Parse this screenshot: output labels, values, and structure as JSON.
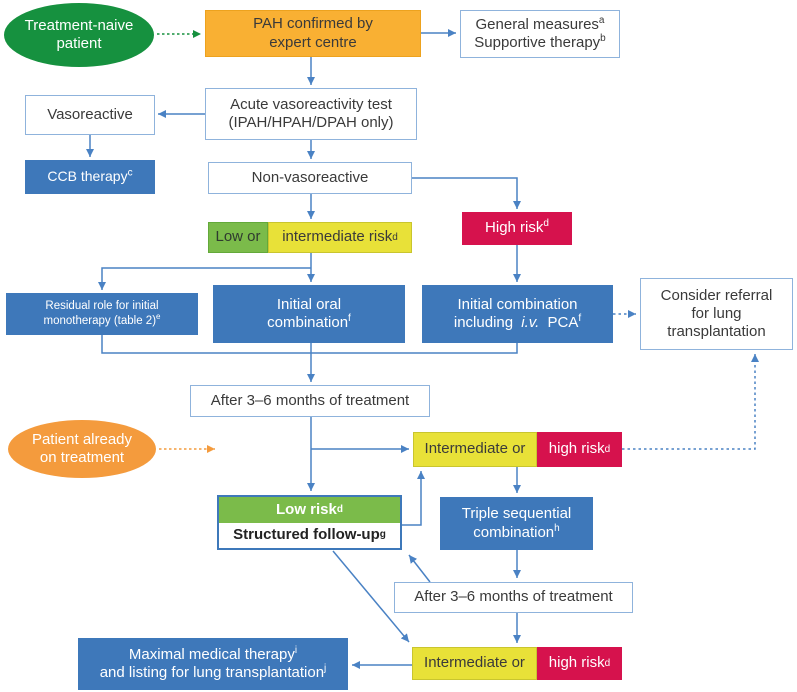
{
  "colors": {
    "box_blue": "#3e78ba",
    "line_blue": "#4a82c4",
    "border_light_blue": "#8fb3dc",
    "green_dark": "#16913f",
    "green_light": "#7bbb4a",
    "yellow": "#e8e138",
    "red": "#d6124d",
    "orange_box": "#f9b033",
    "orange_ellipse": "#f49b3d"
  },
  "nodes": {
    "treatment_naive": {
      "line1": "Treatment-naive",
      "line2": "patient"
    },
    "pah_confirmed": {
      "line1": "PAH confirmed by",
      "line2": "expert centre"
    },
    "general_measures": {
      "line1": "General measures",
      "sup1": "a",
      "line2": "Supportive therapy",
      "sup2": "b"
    },
    "avt": {
      "line1": "Acute vasoreactivity test",
      "line2": "(IPAH/HPAH/DPAH only)"
    },
    "vasoreactive": {
      "label": "Vasoreactive"
    },
    "ccb": {
      "label": "CCB therapy",
      "sup": "c"
    },
    "non_vasoreactive": {
      "label": "Non-vasoreactive"
    },
    "low_int_risk": {
      "green": "Low or",
      "yellow": "intermediate risk",
      "sup": "d"
    },
    "high_risk": {
      "label": "High risk",
      "sup": "d"
    },
    "residual": {
      "line1": "Residual role for initial",
      "line2": "monotherapy (table 2)",
      "sup": "e"
    },
    "initial_oral": {
      "line1": "Initial oral",
      "line2": "combination",
      "sup": "f"
    },
    "initial_combo": {
      "line1": "Initial combination",
      "line2_pre": "including",
      "line2_italic": "i.v.",
      "line2_post": "PCA",
      "sup": "f"
    },
    "referral": {
      "line1": "Consider referral",
      "line2": "for lung",
      "line3": "transplantation"
    },
    "after1": {
      "label": "After 3–6 months of treatment"
    },
    "patient_already": {
      "line1": "Patient already",
      "line2": "on treatment"
    },
    "int_high_1": {
      "yellow": "Intermediate or",
      "red": "high risk",
      "sup": "d"
    },
    "low_risk_followup": {
      "header": "Low risk",
      "header_sup": "d",
      "body": "Structured follow-up",
      "body_sup": "g"
    },
    "triple": {
      "line1": "Triple sequential",
      "line2": "combination",
      "sup": "h"
    },
    "after2": {
      "label": "After 3–6 months of treatment"
    },
    "maximal": {
      "line1": "Maximal medical therapy",
      "sup1": "i",
      "line2": "and listing for lung transplantation",
      "sup2": "j"
    },
    "int_high_2": {
      "yellow": "Intermediate or",
      "red": "high risk",
      "sup": "d"
    }
  }
}
